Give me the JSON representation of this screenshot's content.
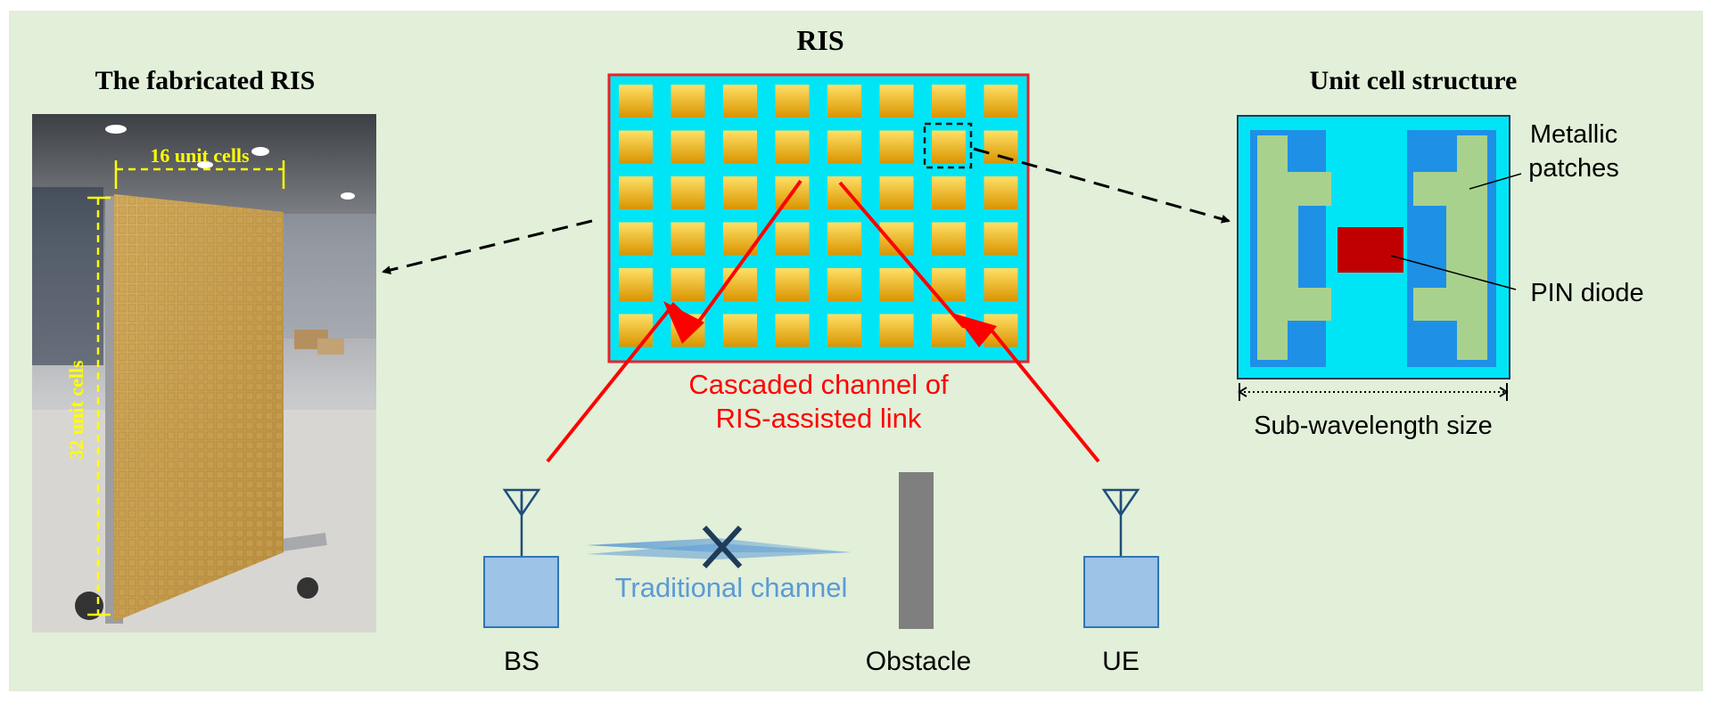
{
  "titles": {
    "fabricated": "The fabricated RIS",
    "ris": "RIS",
    "unit_cell": "Unit cell structure"
  },
  "photo_labels": {
    "width_cells": "16 unit cells",
    "height_cells": "32 unit cells"
  },
  "unit_cell_labels": {
    "metallic_line1": "Metallic",
    "metallic_line2": "patches",
    "pin_diode": "PIN diode",
    "size": "Sub-wavelength size"
  },
  "channel_labels": {
    "cascaded_line1": "Cascaded channel of",
    "cascaded_line2": "RIS-assisted link",
    "traditional": "Traditional channel"
  },
  "nodes": {
    "bs": "BS",
    "obstacle": "Obstacle",
    "ue": "UE"
  },
  "ris_array": {
    "rows": 6,
    "cols": 8
  },
  "colors": {
    "background": "#e2efd9",
    "ris_substrate": "#00e5f5",
    "ris_border": "#e8232b",
    "patch_light": "#ffd24a",
    "patch_dark": "#e0a300",
    "cascaded_red": "#ff0000",
    "traditional_blue": "#5b9bd5",
    "node_fill": "#9dc3e6",
    "obstacle_gray": "#7f7f7f",
    "cell_inner_blue": "#1e90e6",
    "cell_metal_green": "#a9d18e",
    "pin_red": "#c00000"
  }
}
